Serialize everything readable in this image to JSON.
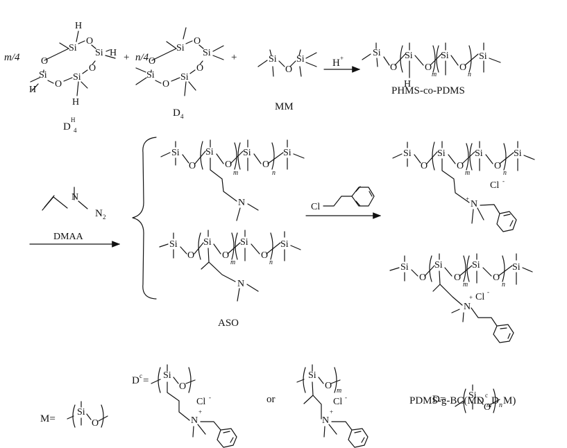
{
  "colors": {
    "ink": "#111111",
    "background": "#ffffff"
  },
  "atoms": {
    "si": "Si",
    "o": "O",
    "h": "H",
    "n": "N",
    "cl": "Cl",
    "cl_minus": "Cl",
    "minus": "-",
    "plus": "+"
  },
  "indices": {
    "m": "m",
    "n": "n"
  },
  "reactants": {
    "coef_m": "m/4",
    "coef_n": "n/4",
    "plus": "+",
    "dh4_label_d": "D",
    "dh4_label_h": "H",
    "dh4_label_4": "4",
    "d4_label": "D",
    "d4_sub": "4",
    "mm_label": "MM",
    "catalyst": "H",
    "catalyst_sup": "+",
    "product_label": "PHMS-co-PDMS"
  },
  "step2": {
    "reagent_label": "DMAA",
    "n2": "N",
    "n2_sub": "2",
    "intermediate_label": "ASO"
  },
  "step3": {
    "product_label_head": "PDMS-g-BC(MD",
    "product_label_c": "c",
    "product_label_m": "m",
    "product_label_d": "D",
    "product_label_n": "n",
    "product_label_tail": "M)"
  },
  "legend": {
    "m_def": "M=",
    "dc_def": "D",
    "dc_sup": "c",
    "dc_eq": "=",
    "or": "or",
    "d_def": "D="
  }
}
